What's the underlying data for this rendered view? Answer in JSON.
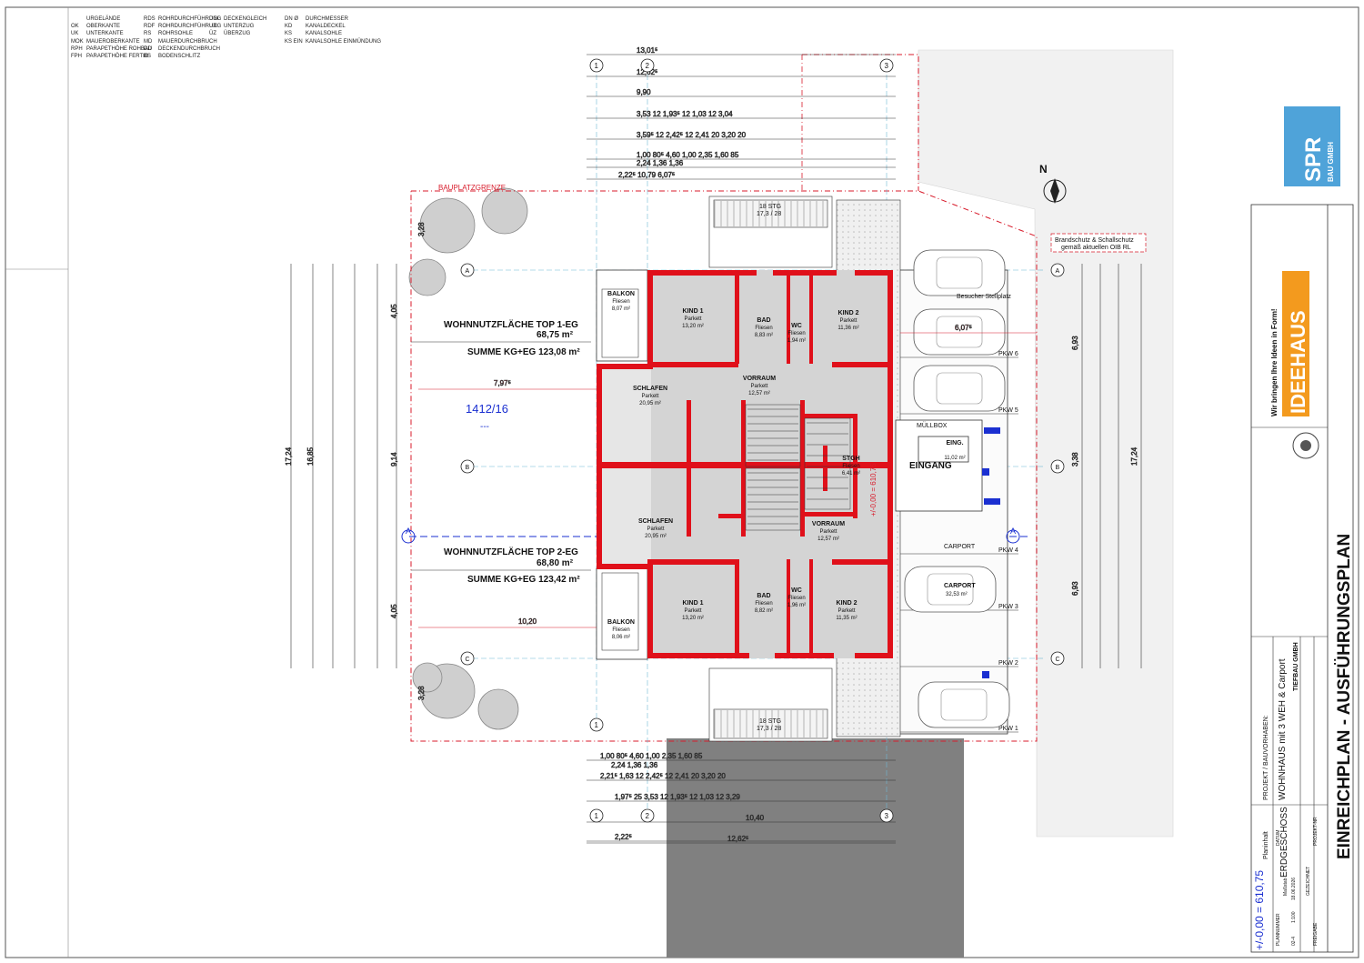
{
  "legend": {
    "col1": [
      {
        "code": "",
        "text": "URGELÄNDE"
      },
      {
        "code": "OK",
        "text": "OBERKANTE"
      },
      {
        "code": "UK",
        "text": "UNTERKANTE"
      },
      {
        "code": "MOK",
        "text": "MAUEROBERKANTE"
      },
      {
        "code": "RPH",
        "text": "PARAPETHÖHE ROHBAU"
      },
      {
        "code": "FPH",
        "text": "PARAPETHÖHE FERTIG"
      }
    ],
    "col2": [
      {
        "code": "RDS",
        "text": "ROHRDURCHFÜHRUNG"
      },
      {
        "code": "RDF",
        "text": "ROHRDURCHFÜHRUNG"
      },
      {
        "code": "RS",
        "text": "ROHRSOHLE"
      },
      {
        "code": "MD",
        "text": "MAUERDURCHBRUCH"
      },
      {
        "code": "DD",
        "text": "DECKENDURCHBRUCH"
      },
      {
        "code": "BS",
        "text": "BODENSCHLITZ"
      }
    ],
    "col3": [
      {
        "code": "DGL",
        "text": "DECKENGLEICH"
      },
      {
        "code": "UZ",
        "text": "UNTERZUG"
      },
      {
        "code": "ÜZ",
        "text": "ÜBERZUG"
      }
    ],
    "col4": [
      {
        "code": "DN Ø",
        "text": "DURCHMESSER"
      },
      {
        "code": "KD",
        "text": "KANALDECKEL"
      },
      {
        "code": "KS",
        "text": "KANALSOHLE"
      },
      {
        "code": "KS EIN",
        "text": "KANALSOHLE EINMÜNDUNG"
      }
    ]
  },
  "plan": {
    "bauplatzgrenze": "BAUPLATZGRENZE",
    "parcel": "1412/16",
    "parcel_sub": "---",
    "top1_title": "WOHNNUTZFLÄCHE TOP 1-EG",
    "top1_area": "68,75 m²",
    "top1_sum": "SUMME KG+EG 123,08 m²",
    "top2_title": "WOHNNUTZFLÄCHE TOP 2-EG",
    "top2_area": "68,80 m²",
    "top2_sum": "SUMME KG+EG 123,42 m²",
    "fire_note_1": "Brandschutz & Schallschutz",
    "fire_note_2": "gemäß aktuellen OIB RL",
    "besucher": "Besucher Stellplatz",
    "muellbox": "MÜLLBOX",
    "eingang": "EINGANG",
    "carport_label": "CARPORT",
    "carport_area": "32,53 m²",
    "carport_top": "CARPORT",
    "elevation": "+/-0,00 = 610,75",
    "stairs_top": "18 STG",
    "stairs_top_dim": "17,3 / 28",
    "stairs_bottom": "18 STG",
    "stairs_bottom_dim": "17,3 / 28",
    "pkw": [
      "PKW 6",
      "PKW 5",
      "PKW 4",
      "PKW 3",
      "PKW 2",
      "PKW 1"
    ],
    "axes_num": [
      "1",
      "2",
      "3"
    ],
    "axes_let": [
      "A",
      "B",
      "C"
    ],
    "section": "A",
    "north": "N"
  },
  "rooms": [
    {
      "id": "balkon1",
      "name": "BALKON",
      "mat": "Fliesen",
      "area": "8,07 m²"
    },
    {
      "id": "kind1a",
      "name": "KIND 1",
      "mat": "Parkett",
      "area": "13,20 m²"
    },
    {
      "id": "bad1",
      "name": "BAD",
      "mat": "Fliesen",
      "area": "8,83 m²"
    },
    {
      "id": "wc1",
      "name": "WC",
      "mat": "Fliesen",
      "area": "1,94 m²"
    },
    {
      "id": "kind2a",
      "name": "KIND 2",
      "mat": "Parkett",
      "area": "11,36 m²"
    },
    {
      "id": "schlafen1",
      "name": "SCHLAFEN",
      "mat": "Parkett",
      "area": "20,95 m²"
    },
    {
      "id": "vorraum1",
      "name": "VORRAUM",
      "mat": "Parkett",
      "area": "12,57 m²"
    },
    {
      "id": "stgh",
      "name": "STGH",
      "mat": "Fliesen",
      "area": "6,41 m²"
    },
    {
      "id": "eing",
      "name": "EING.",
      "mat": "",
      "area": "11,02 m²"
    },
    {
      "id": "schlafen2",
      "name": "SCHLAFEN",
      "mat": "Parkett",
      "area": "20,95 m²"
    },
    {
      "id": "vorraum2",
      "name": "VORRAUM",
      "mat": "Parkett",
      "area": "12,57 m²"
    },
    {
      "id": "kind1b",
      "name": "KIND 1",
      "mat": "Parkett",
      "area": "13,20 m²"
    },
    {
      "id": "bad2",
      "name": "BAD",
      "mat": "Fliesen",
      "area": "8,82 m²"
    },
    {
      "id": "wc2",
      "name": "WC",
      "mat": "Fliesen",
      "area": "1,96 m²"
    },
    {
      "id": "kind2b",
      "name": "KIND 2",
      "mat": "Parkett",
      "area": "11,35 m²"
    },
    {
      "id": "balkon2",
      "name": "BALKON",
      "mat": "Fliesen",
      "area": "8,06 m²"
    }
  ],
  "dims_top": [
    "13,01⁵",
    "12,62⁵",
    "9,90",
    "3,53   12   1,93⁵  12  1,03  12   3,04",
    "3,59⁵   12   2,42⁵   12   2,41   20   3,20   20",
    "1,00  80⁵   4,60   1,00   2,35   1,60   85",
    "2,24   1,36   1,36",
    "2,22⁵   10,79   6,07⁵"
  ],
  "dims_bottom": [
    "1,00  80⁵   4,60   1,00   2,35   1,60   85",
    "2,24   1,36   1,36",
    "2,21⁵  1,63  12  2,42⁵  12  2,41  20  3,20  20",
    "1,97⁵   25   3,53  12  1,93⁵  12  1,03  12  3,29",
    "10,40",
    "2,22⁵",
    "12,62⁵"
  ],
  "dims_left": {
    "total": "17,24",
    "inner": "16,85",
    "a1": "4,05",
    "a2": "9,14",
    "a3": "4,05",
    "t1": "3,28",
    "t2": "3,28"
  },
  "dims_right": {
    "total": "17,24",
    "a1": "6,93",
    "a2": "3,38",
    "a3": "6,93",
    "w1": "7,97⁵",
    "w2": "10,20",
    "w3": "6,07⁵"
  },
  "titleblock": {
    "main_title": "EINREICHPLAN - AUSFÜHRUNGSPLAN",
    "project_label": "PROJEKT / BAUVORHABEN:",
    "project": "WOHNHAUS mit 3 WEH & Carport",
    "company": "TIEFBAU GMBH",
    "planinhalt_label": "Planinhalt",
    "planinhalt": "ERDGESCHOSS",
    "fields": [
      "PLANNUMMER",
      "Maßstab",
      "DATUM",
      "FREIGABE",
      "GEZEICHNET",
      "PROJEKT-NR"
    ],
    "values": [
      "02-4",
      "1:100",
      "18.06.2026"
    ],
    "ideehaus_slogan": "Wir bringen Ihre Ideen in Form!",
    "ideehaus": "IDEEHAUS",
    "spr": "SPR",
    "spr_sub": "BAU GMBH",
    "elevation_big": "+/-0,00 = 610,75"
  },
  "colors": {
    "wall": "#e0101a",
    "fill": "#d4d4d4",
    "line": "#222222",
    "blue": "#1a2fd1",
    "road": "#808080",
    "orange": "#f39a1e"
  }
}
